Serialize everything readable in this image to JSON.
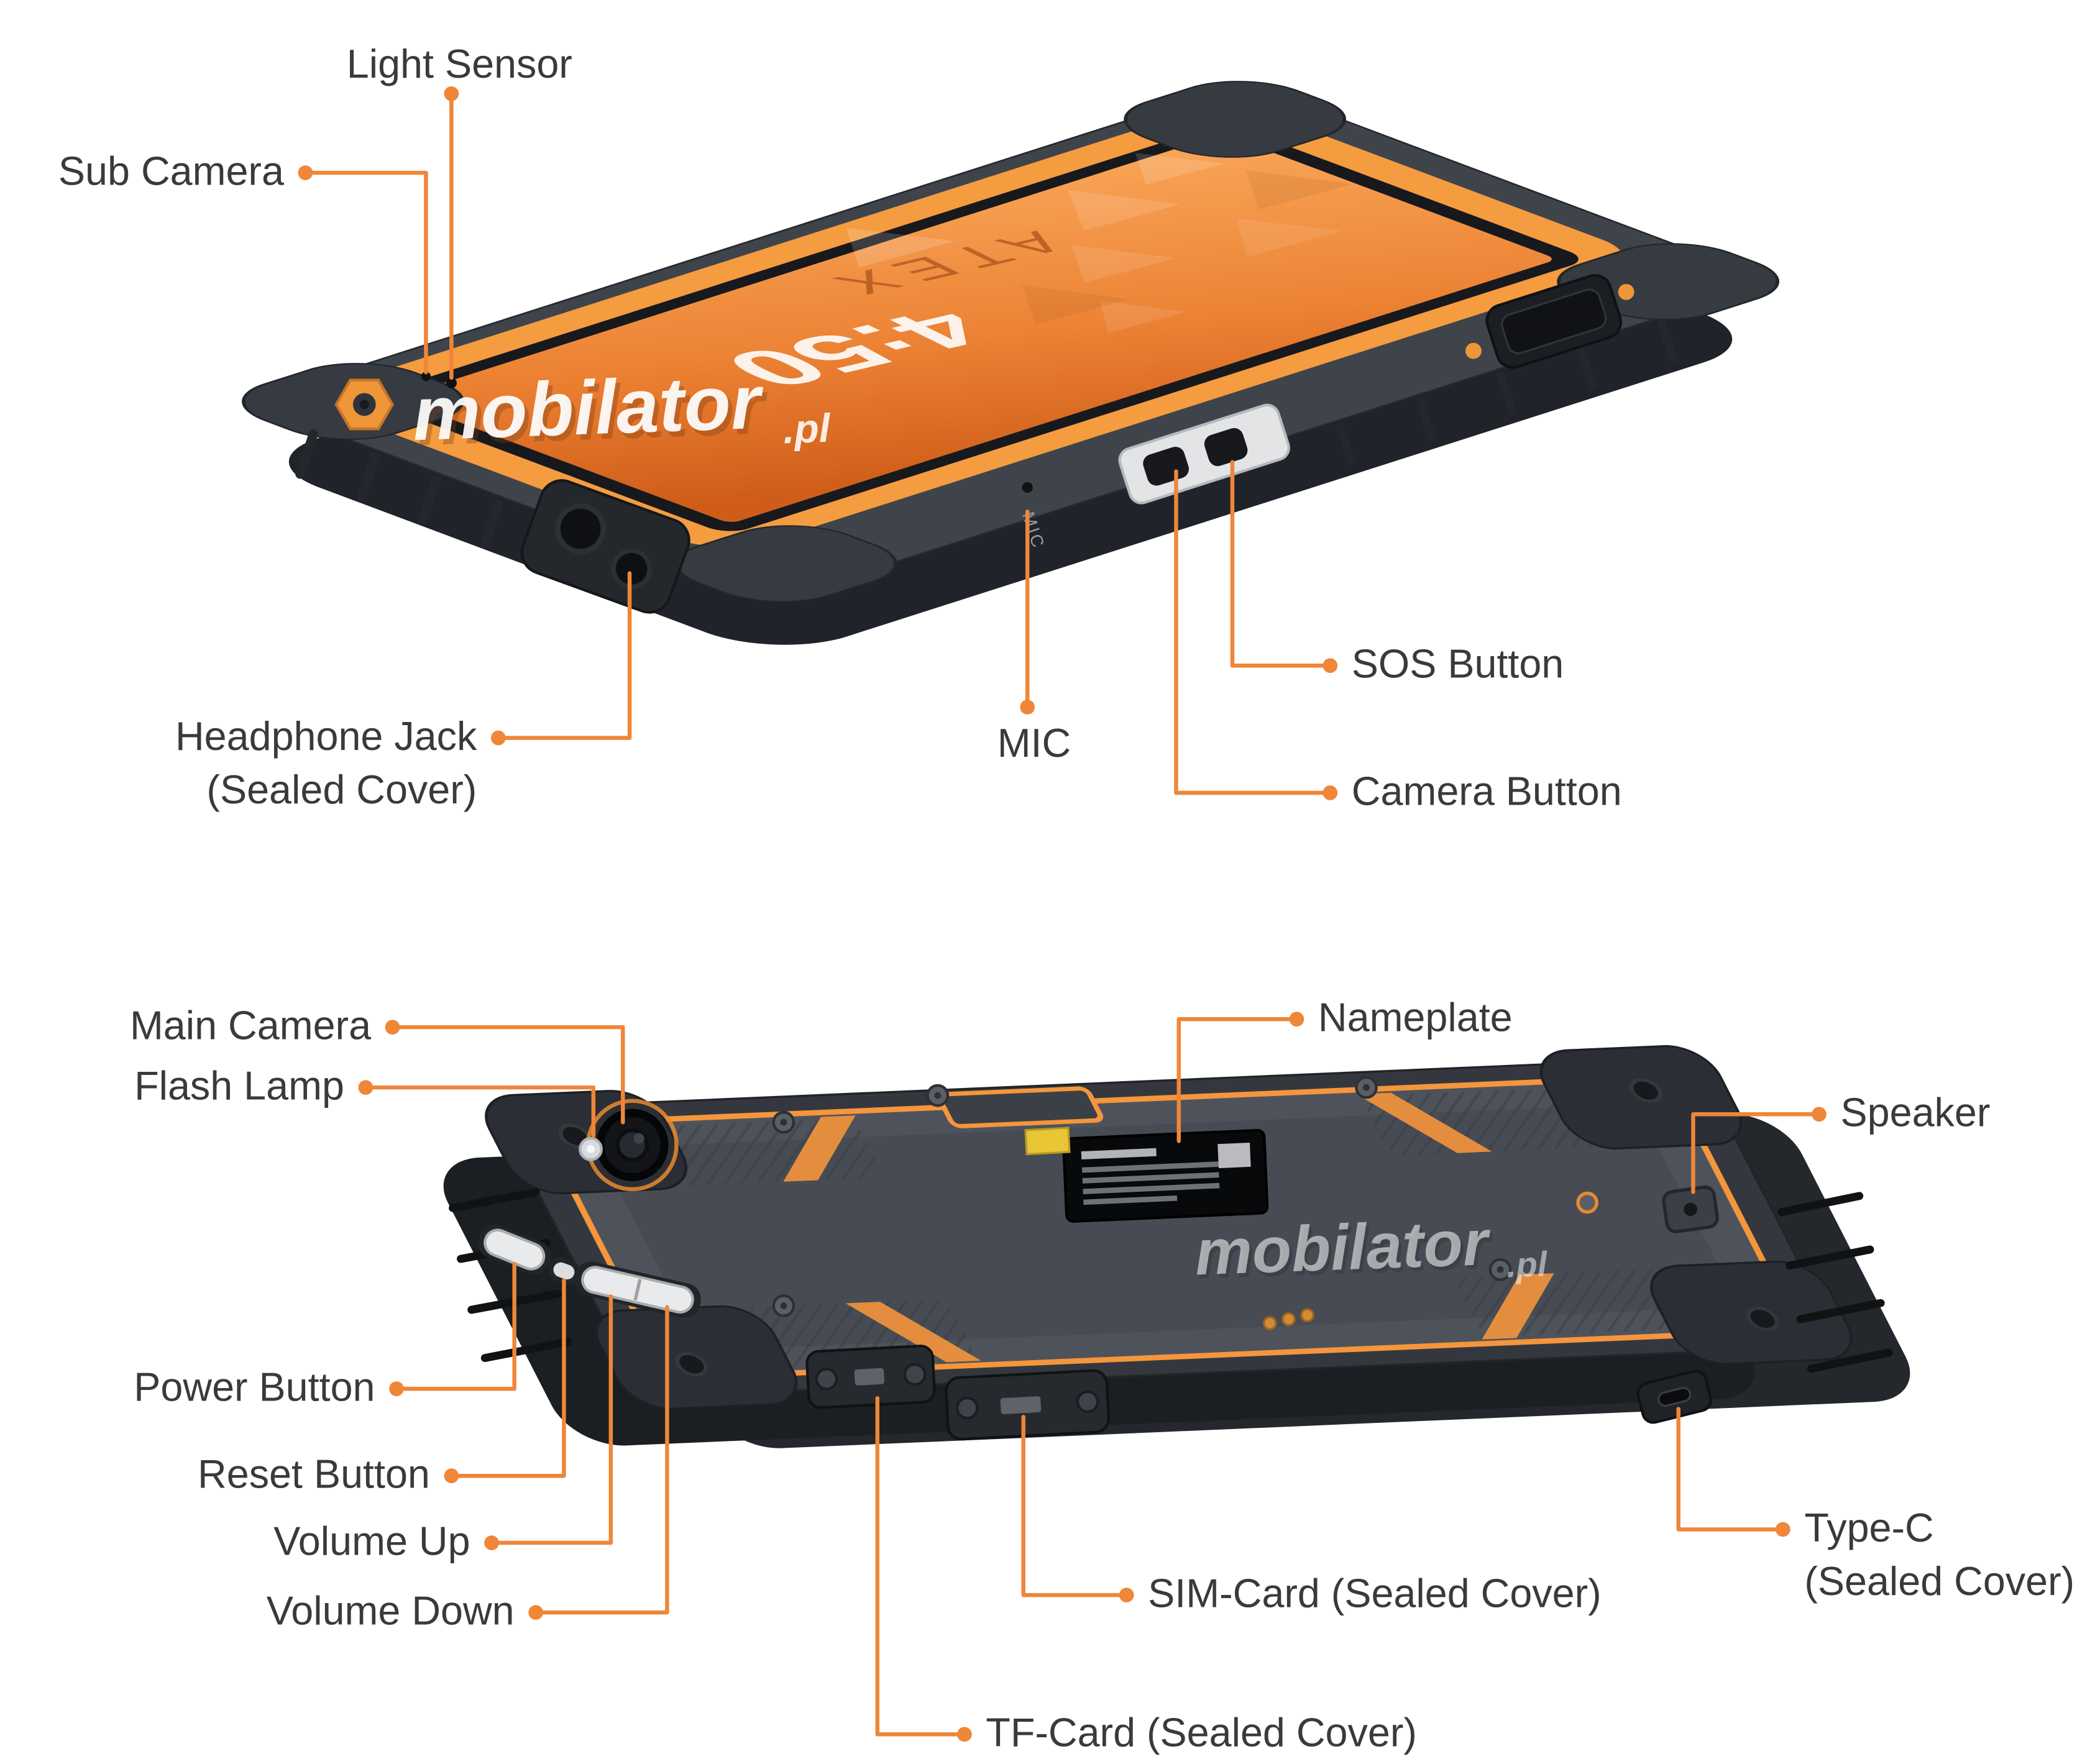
{
  "watermark": {
    "brand": "mobilator",
    "tld": ".pl"
  },
  "device_top": {
    "screen_time": "4:50",
    "screen_brand": "ATEX",
    "mic_print": "MIC"
  },
  "labels": {
    "light_sensor": "Light Sensor",
    "sub_camera": "Sub Camera",
    "headphone_line1": "Headphone Jack",
    "headphone_line2": "(Sealed Cover)",
    "mic": "MIC",
    "sos_button": "SOS Button",
    "camera_button": "Camera Button",
    "main_camera": "Main Camera",
    "flash_lamp": "Flash Lamp",
    "nameplate": "Nameplate",
    "speaker": "Speaker",
    "power_button": "Power Button",
    "reset_button": "Reset Button",
    "volume_up": "Volume Up",
    "volume_down": "Volume Down",
    "sim_card": "SIM-Card (Sealed Cover)",
    "tf_card": "TF-Card (Sealed Cover)",
    "type_c_line1": "Type-C",
    "type_c_line2": "(Sealed Cover)"
  },
  "colors": {
    "accent_orange": "#f5953c",
    "leader_line": "#ef8638",
    "label_text": "#3a3a3a",
    "body_dark": "#34383e",
    "screen_orange": "#ec8234"
  }
}
